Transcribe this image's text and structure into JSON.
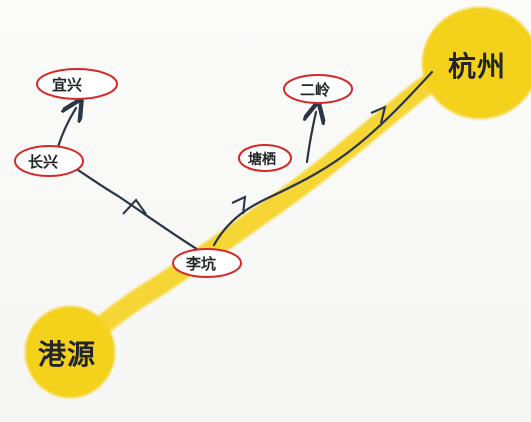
{
  "map": {
    "endpoints": {
      "east": {
        "label": "杭州",
        "color": "#f4d21e"
      },
      "west": {
        "label": "港源",
        "color": "#f4d21e"
      }
    },
    "nodes": {
      "tangqi": {
        "label": "塘栖"
      },
      "erling": {
        "label": "二岭"
      },
      "lijia": {
        "label": "李坑"
      },
      "changxing": {
        "label": "长兴"
      },
      "yixing": {
        "label": "宜兴"
      }
    },
    "colors": {
      "main_band": "#f6d52a",
      "route_line": "#2a3546",
      "node_outline": "#d62828",
      "node_fill": "#ffffff",
      "text": "#23272b"
    }
  }
}
